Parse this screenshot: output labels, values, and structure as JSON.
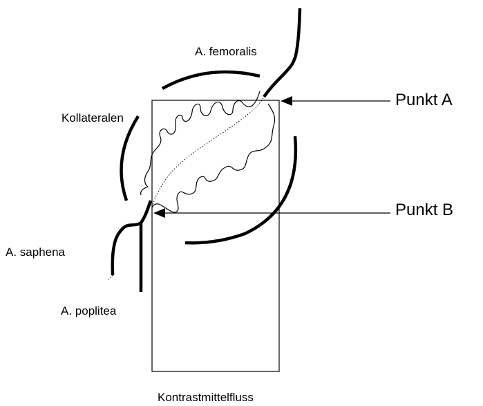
{
  "labels": {
    "femoralis": "A. femoralis",
    "kollateralen": "Kollateralen",
    "saphena": "A. saphena",
    "poplitea": "A. poplitea",
    "kontrastmittelfluss": "Kontrastmittelfluss",
    "punkt_a": "Punkt A",
    "punkt_b": "Punkt B"
  },
  "colors": {
    "stroke": "#000000",
    "background": "#ffffff"
  }
}
